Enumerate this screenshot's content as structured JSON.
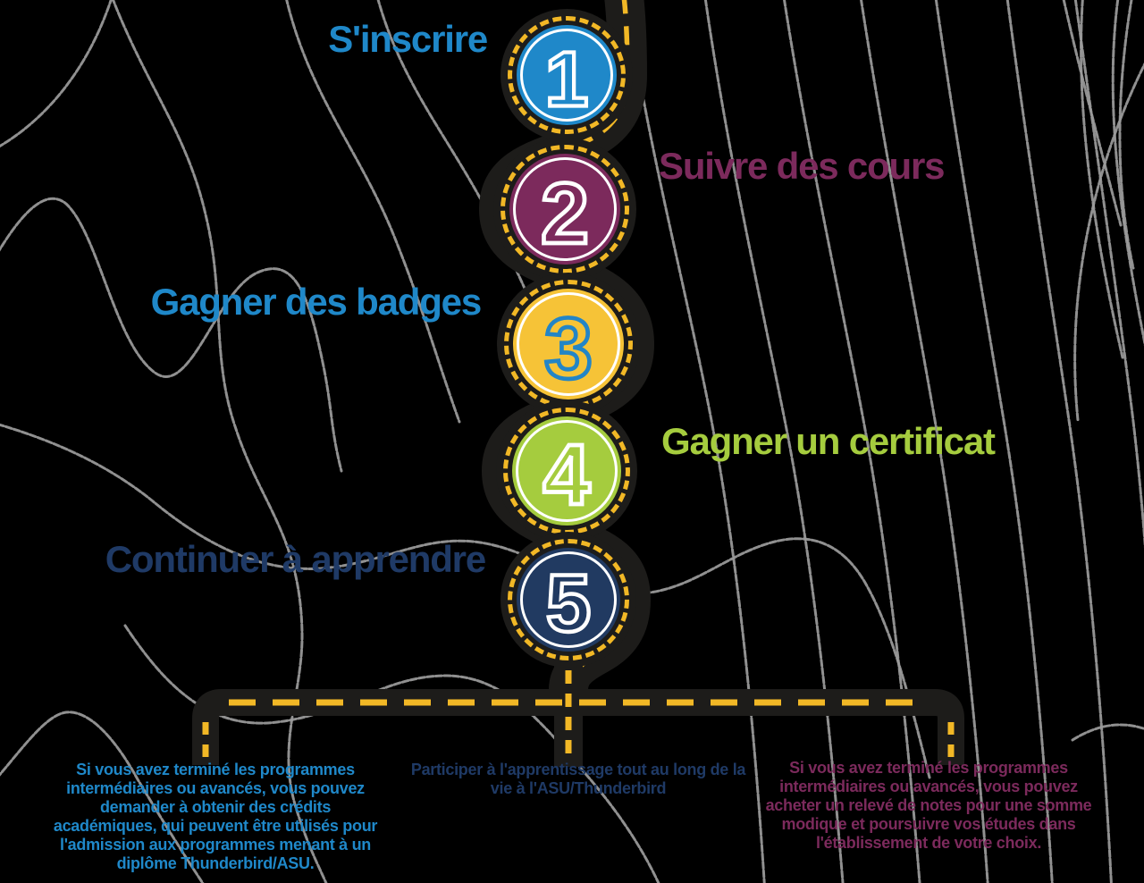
{
  "steps": [
    {
      "number": "1",
      "label": "S'inscrire",
      "color": "#1f88c9",
      "number_color": "#ffffff",
      "label_color": "#1f88c9"
    },
    {
      "number": "2",
      "label": "Suivre des cours",
      "color": "#7c2a5c",
      "number_color": "#ffffff",
      "label_color": "#7c2a5c"
    },
    {
      "number": "3",
      "label": "Gagner des badges",
      "color": "#f6c337",
      "number_color": "#2385c6",
      "label_color": "#1f88c9"
    },
    {
      "number": "4",
      "label": "Gagner un certificat",
      "color": "#a5cc3e",
      "number_color": "#ffffff",
      "label_color": "#a5cc3e"
    },
    {
      "number": "5",
      "label": "Continuer à apprendre",
      "color": "#213a61",
      "number_color": "#ffffff",
      "label_color": "#1f3a66"
    }
  ],
  "notes": [
    {
      "text": "Si vous avez terminé les programmes intermédiaires ou avancés, vous pouvez demander à obtenir des crédits académiques, qui peuvent être utilisés pour l'admission aux programmes menant à un diplôme Thunderbird/ASU.",
      "color": "#1f88c9"
    },
    {
      "text": "Participer à l'apprentissage tout au long de la vie à l'ASU/Thunderbird",
      "color": "#1f3a66"
    },
    {
      "text": "Si vous avez terminé les programmes intermédiaires ou avancés, vous pouvez acheter un relevé de notes pour une somme modique et poursuivre vos études dans l'établissement de votre choix.",
      "color": "#7c2a5c"
    }
  ],
  "colors": {
    "background": "#000000",
    "road": "#1d1c1a",
    "dash": "#f2b826",
    "contour": "#9c9c9c"
  }
}
